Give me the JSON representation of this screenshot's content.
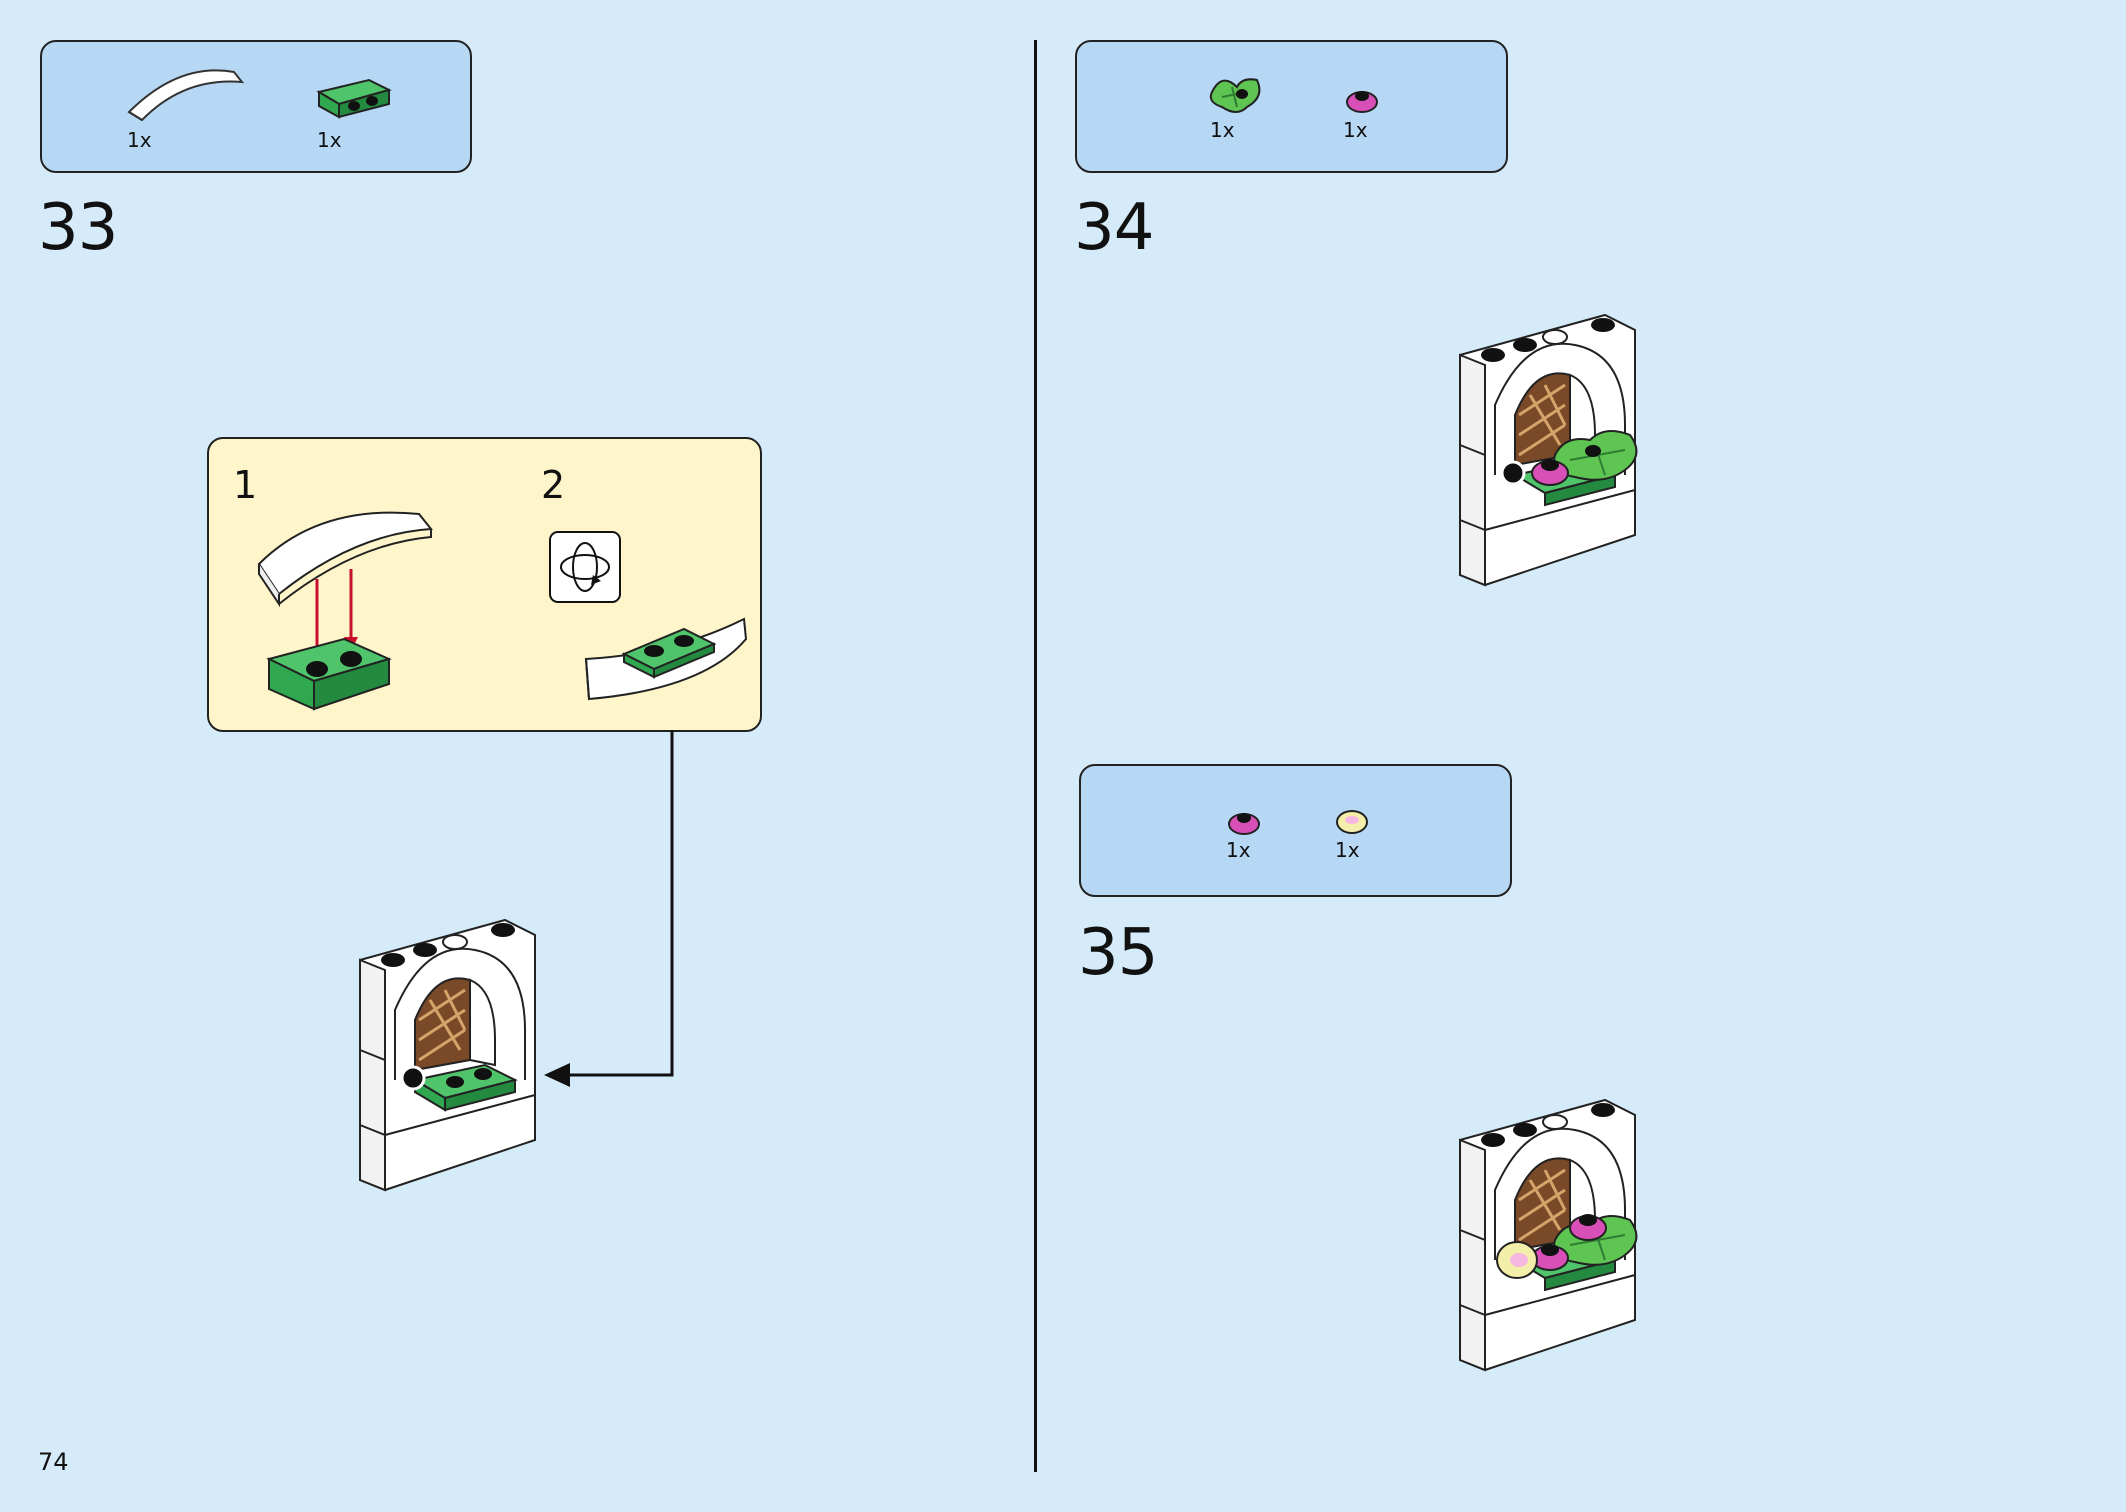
{
  "page": {
    "number": "74"
  },
  "steps": [
    {
      "number": "33",
      "parts": [
        {
          "icon": "white-curved-slope-icon",
          "qty": "1x"
        },
        {
          "icon": "green-bracket-plate-icon",
          "qty": "1x"
        }
      ],
      "substeps": [
        {
          "number": "1"
        },
        {
          "number": "2",
          "icon": "rotate-model-icon"
        }
      ]
    },
    {
      "number": "34",
      "parts": [
        {
          "icon": "green-leaf-plant-icon",
          "qty": "1x"
        },
        {
          "icon": "pink-flower-round-icon",
          "qty": "1x"
        }
      ]
    },
    {
      "number": "35",
      "parts": [
        {
          "icon": "pink-flower-round-icon",
          "qty": "1x"
        },
        {
          "icon": "yellow-round-tile-icon",
          "qty": "1x"
        }
      ]
    }
  ],
  "colors": {
    "background": "#d5ebf9",
    "parts_box": "#b6d8f4",
    "substep_box": "#fff5cb",
    "green_brick": "#2fa84f",
    "white_brick": "#ffffff",
    "pink_brick": "#d94fb8",
    "yellow_brick": "#f3efaa",
    "door_brown": "#7a4a28",
    "arrow_red": "#c8102e"
  }
}
